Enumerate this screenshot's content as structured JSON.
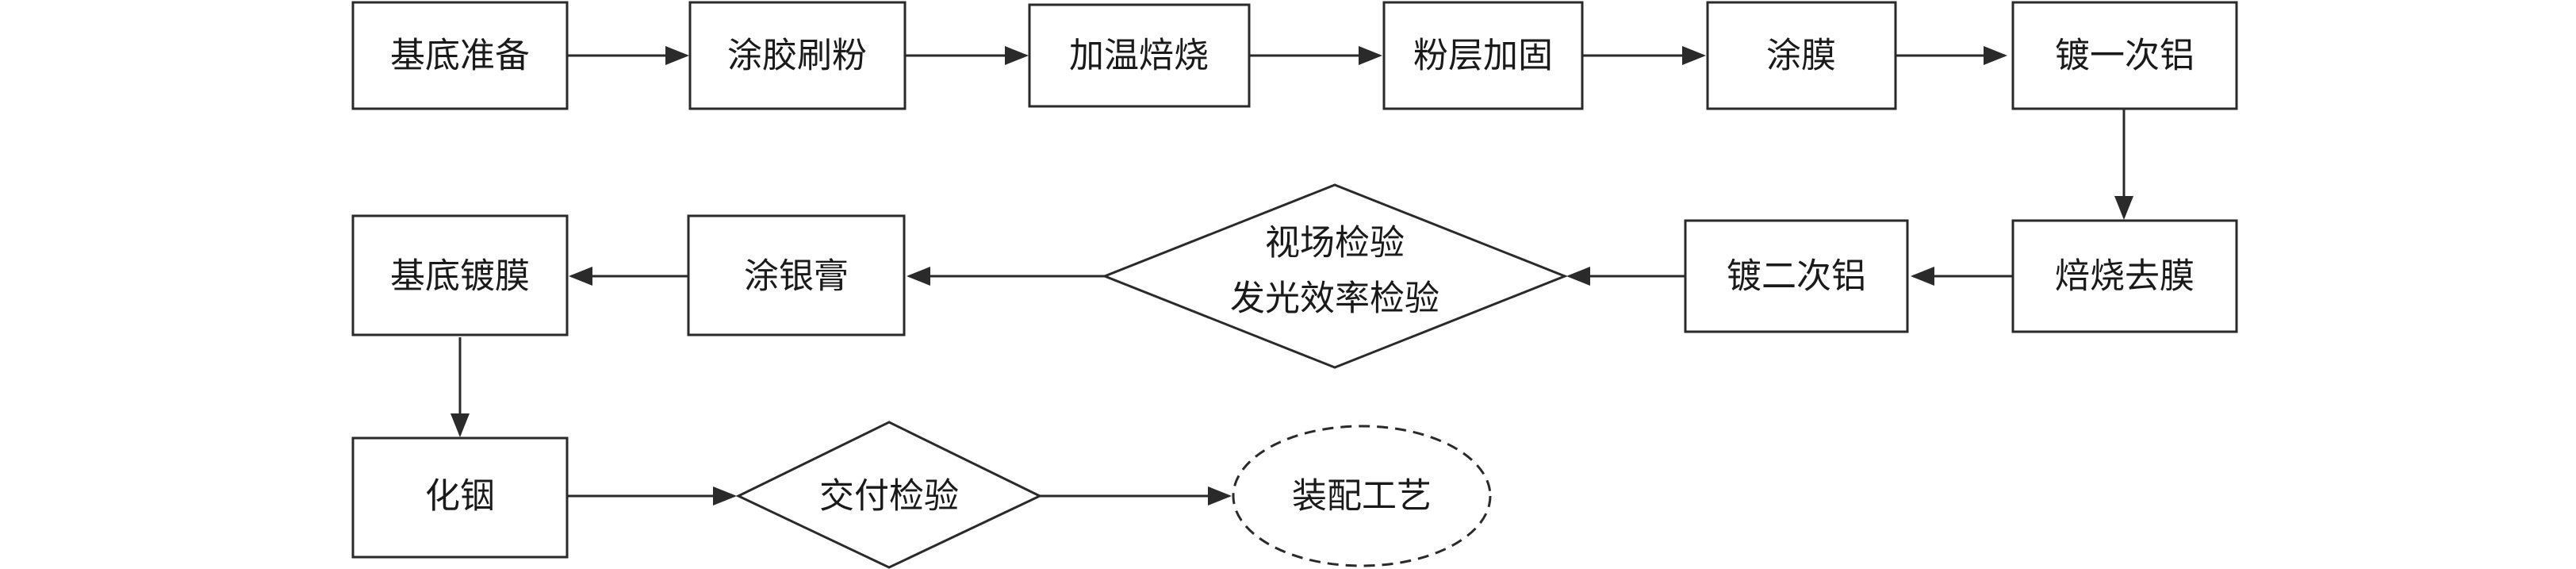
{
  "diagram": {
    "nodes": [
      {
        "id": "n1",
        "label": "基底准备"
      },
      {
        "id": "n2",
        "label": "涂胶刷粉"
      },
      {
        "id": "n3",
        "label": "加温焙烧"
      },
      {
        "id": "n4",
        "label": "粉层加固"
      },
      {
        "id": "n5",
        "label": "涂膜"
      },
      {
        "id": "n6",
        "label": "镀一次铝"
      },
      {
        "id": "n7",
        "label": "焙烧去膜"
      },
      {
        "id": "n8",
        "label": "镀二次铝"
      },
      {
        "id": "n9",
        "label": [
          "视场检验",
          "发光效率检验"
        ]
      },
      {
        "id": "n10",
        "label": "涂银膏"
      },
      {
        "id": "n11",
        "label": "基底镀膜"
      },
      {
        "id": "n12",
        "label": "化铟"
      },
      {
        "id": "n13",
        "label": "交付检验"
      },
      {
        "id": "n14",
        "label": "装配工艺"
      }
    ],
    "edges": [
      [
        "n1",
        "n2"
      ],
      [
        "n2",
        "n3"
      ],
      [
        "n3",
        "n4"
      ],
      [
        "n4",
        "n5"
      ],
      [
        "n5",
        "n6"
      ],
      [
        "n6",
        "n7"
      ],
      [
        "n7",
        "n8"
      ],
      [
        "n8",
        "n9"
      ],
      [
        "n9",
        "n10"
      ],
      [
        "n10",
        "n11"
      ],
      [
        "n11",
        "n12"
      ],
      [
        "n12",
        "n13"
      ],
      [
        "n13",
        "n14"
      ]
    ]
  }
}
